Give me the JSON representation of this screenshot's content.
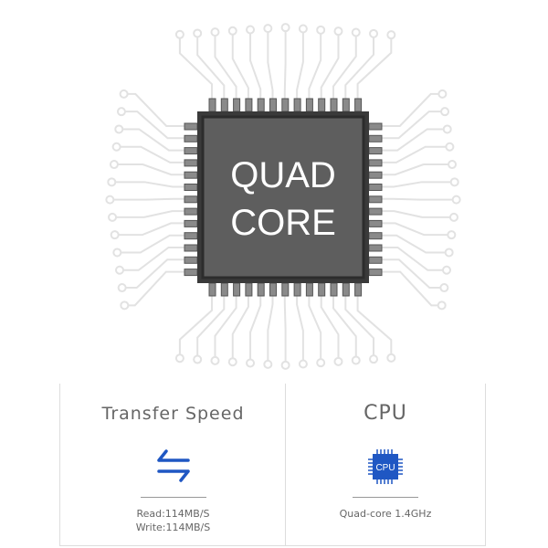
{
  "chip": {
    "line1": "QUAD",
    "line2": "CORE"
  },
  "panels": [
    {
      "title": "Transfer Speed",
      "icon": "transfer-arrows-icon",
      "lines": [
        "Read:114MB/S",
        "Write:114MB/S"
      ]
    },
    {
      "title": "CPU",
      "icon": "cpu-chip-icon",
      "icon_label": "CPU",
      "lines": [
        "Quad-core 1.4GHz"
      ]
    }
  ],
  "colors": {
    "accent": "#1f57c3",
    "chip": "#5a5a5a",
    "trace": "#e2e2e2"
  }
}
